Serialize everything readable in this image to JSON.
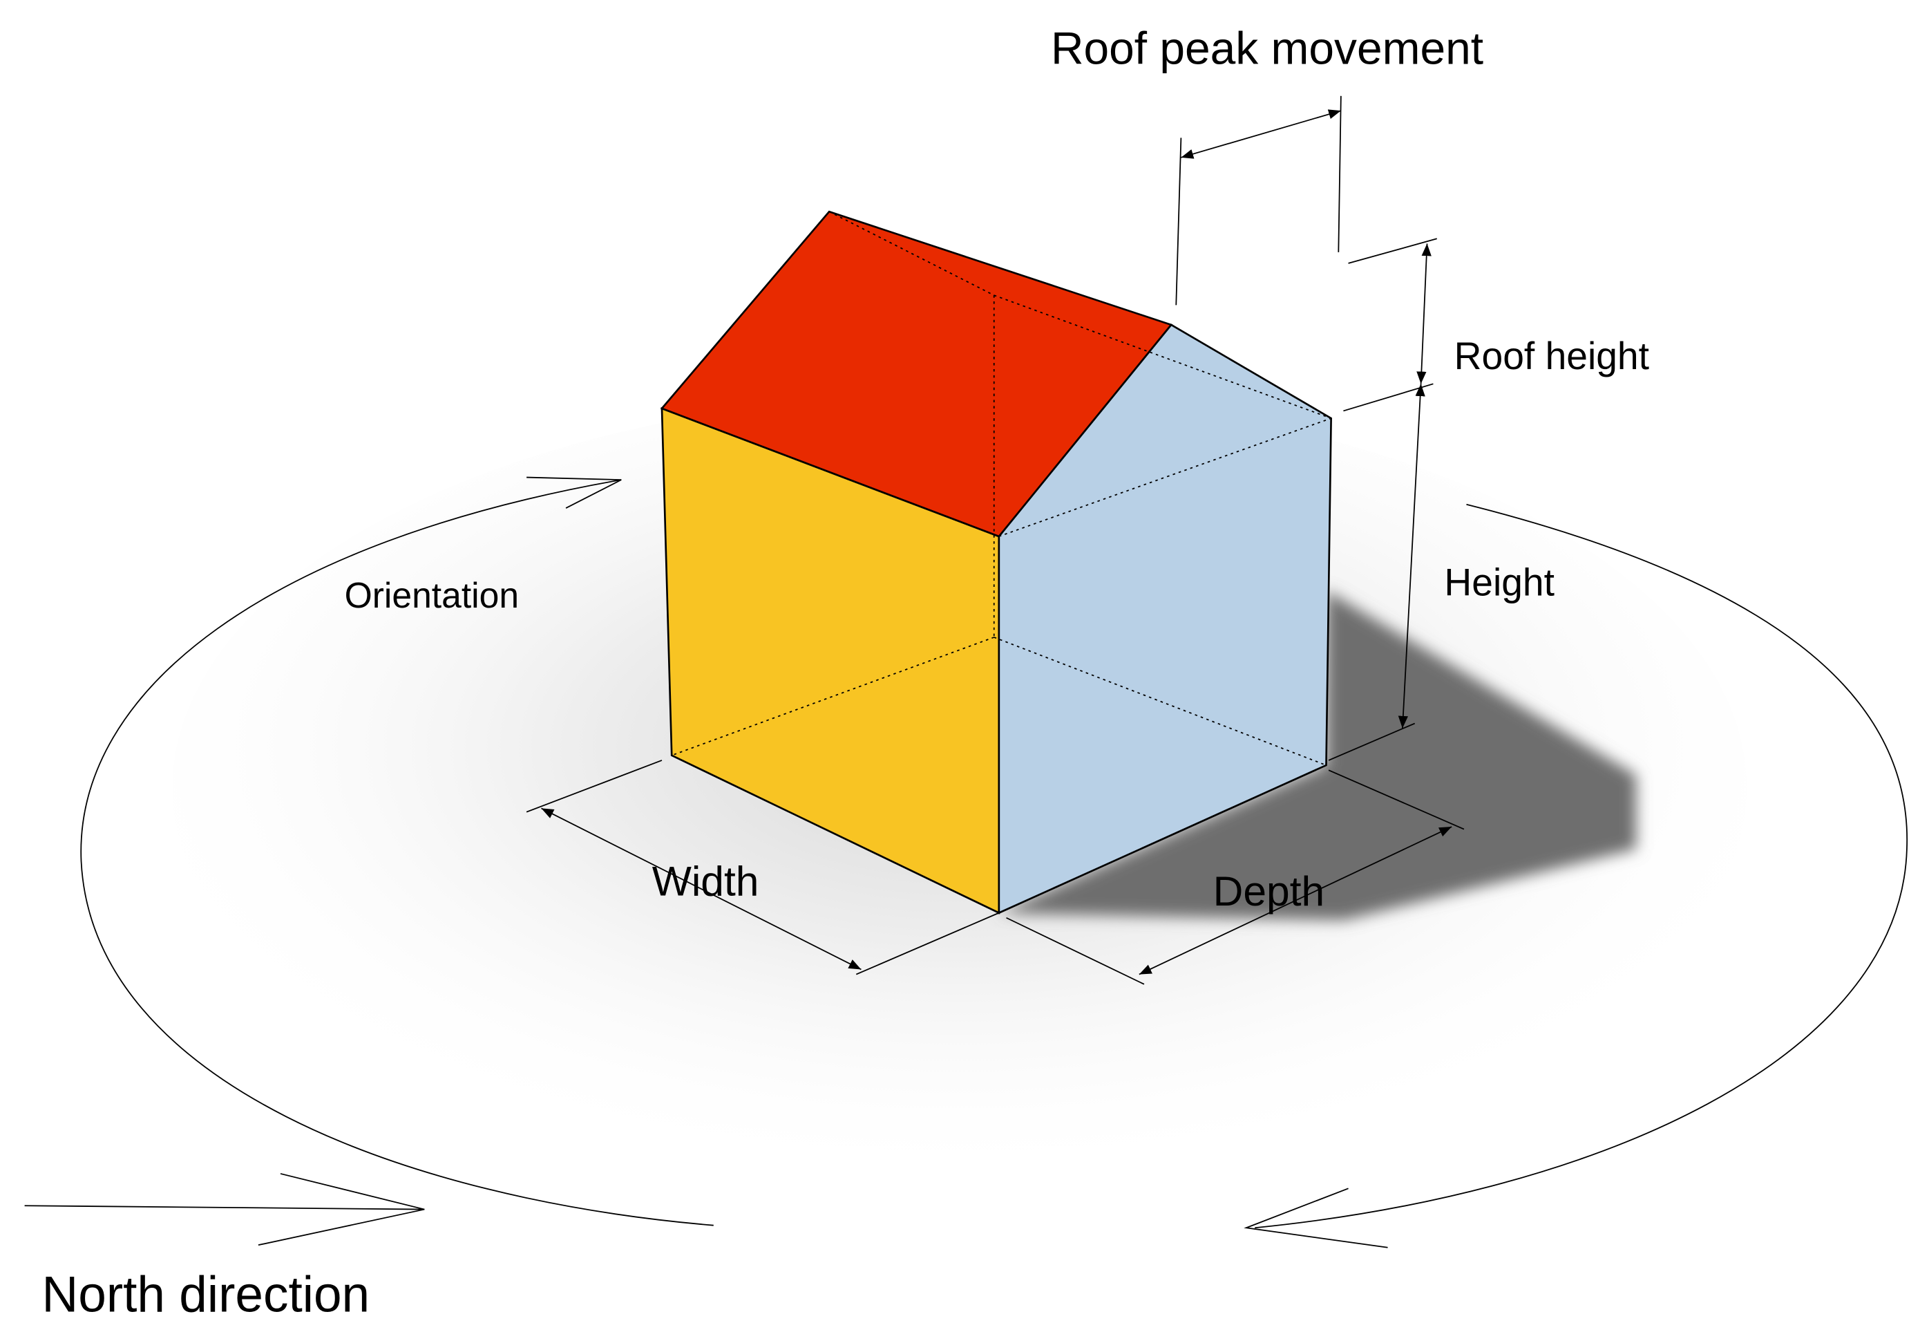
{
  "labels": {
    "roof_peak_movement": "Roof peak movement",
    "roof_height": "Roof height",
    "height": "Height",
    "orientation": "Orientation",
    "width": "Width",
    "depth": "Depth",
    "north_direction": "North direction"
  },
  "colors": {
    "roof": "#E82A00",
    "front_wall": "#F8C423",
    "side_wall": "#B8D0E6",
    "shadow": "#6E6E6E",
    "ground_shade": "#E9E9E9",
    "line": "#000000"
  }
}
